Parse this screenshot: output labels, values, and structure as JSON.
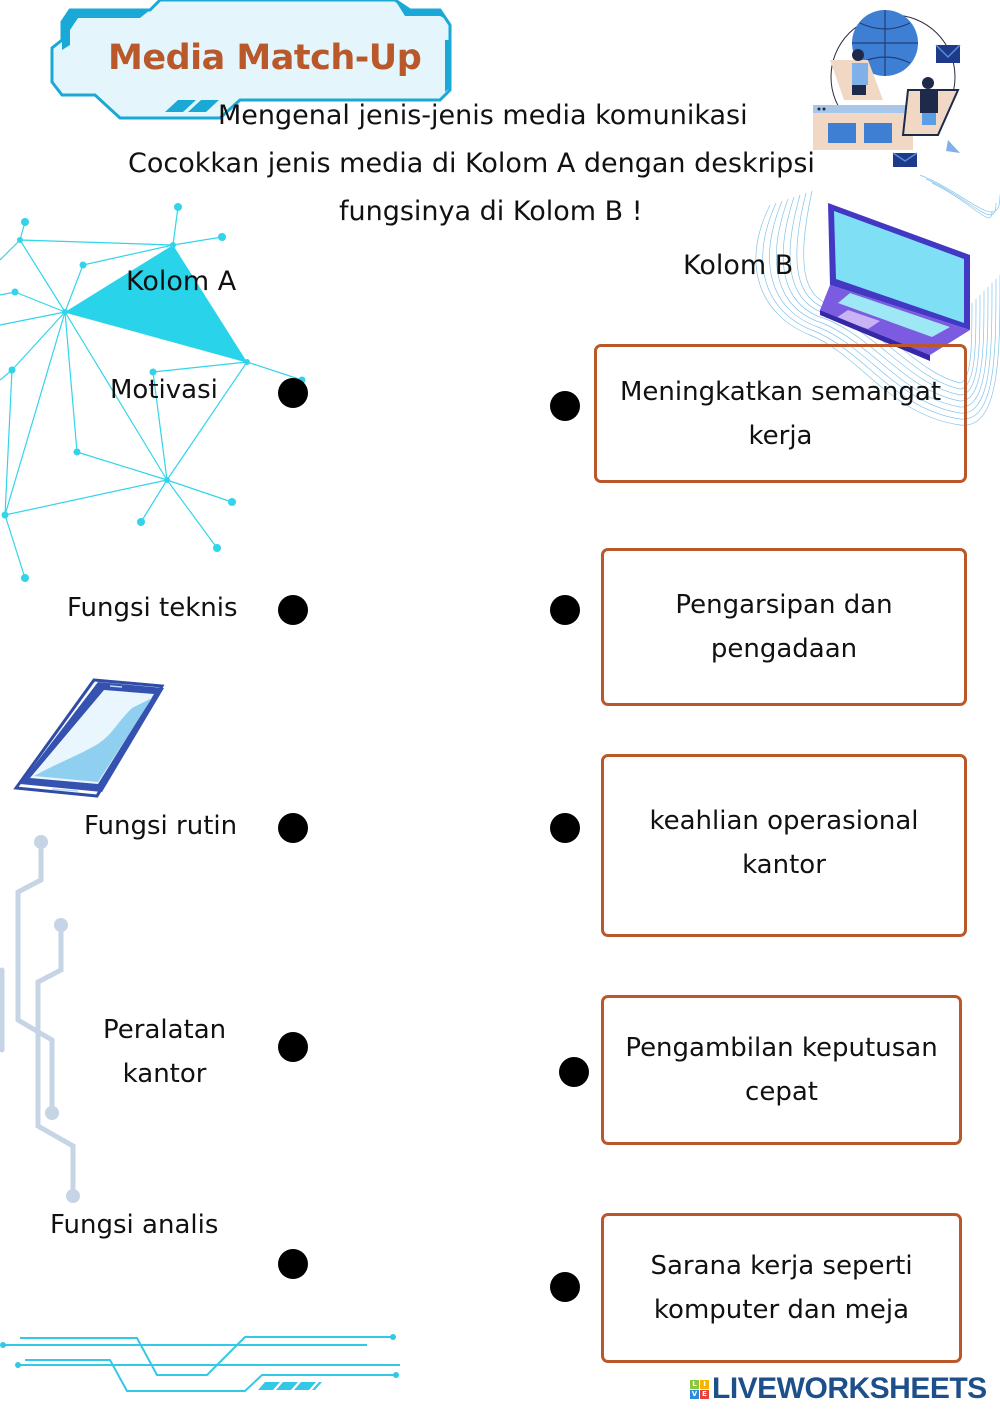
{
  "header": {
    "title": "Media Match-Up",
    "instructions": [
      "Mengenal jenis-jenis media komunikasi",
      "Cocokkan jenis media di Kolom A dengan deskripsi",
      "fungsinya di Kolom B !"
    ]
  },
  "columns": {
    "a_heading": "Kolom A",
    "b_heading": "Kolom B"
  },
  "column_a": [
    {
      "lines": [
        "Motivasi"
      ]
    },
    {
      "lines": [
        "Fungsi teknis"
      ]
    },
    {
      "lines": [
        "Fungsi rutin"
      ]
    },
    {
      "lines": [
        "Peralatan",
        "kantor"
      ]
    },
    {
      "lines": [
        "Fungsi analis"
      ]
    }
  ],
  "column_b": [
    {
      "lines": [
        "Meningkatkan semangat",
        "kerja"
      ]
    },
    {
      "lines": [
        "Pengarsipan dan",
        "pengadaan"
      ]
    },
    {
      "lines": [
        "keahlian operasional",
        "kantor"
      ]
    },
    {
      "lines": [
        "Pengambilan keputusan",
        "cepat"
      ]
    },
    {
      "lines": [
        "Sarana kerja seperti",
        "komputer dan meja"
      ]
    }
  ],
  "branding": {
    "logo_text": "LIVEWORKSHEETS",
    "logo_letters": [
      "L",
      "I",
      "V",
      "E"
    ]
  },
  "colors": {
    "title": "#b9582a",
    "box_border": "#b9582a",
    "accent_cyan": "#29d3ea",
    "frame_blue": "#1aa9d6",
    "logo_blue": "#1d4f8a"
  },
  "icons": {
    "header_illustration": "people-globe-network-icon",
    "laptop": "laptop-icon",
    "phone": "smartphone-icon",
    "network": "network-nodes-decoration",
    "circuit": "circuit-lines-decoration"
  }
}
